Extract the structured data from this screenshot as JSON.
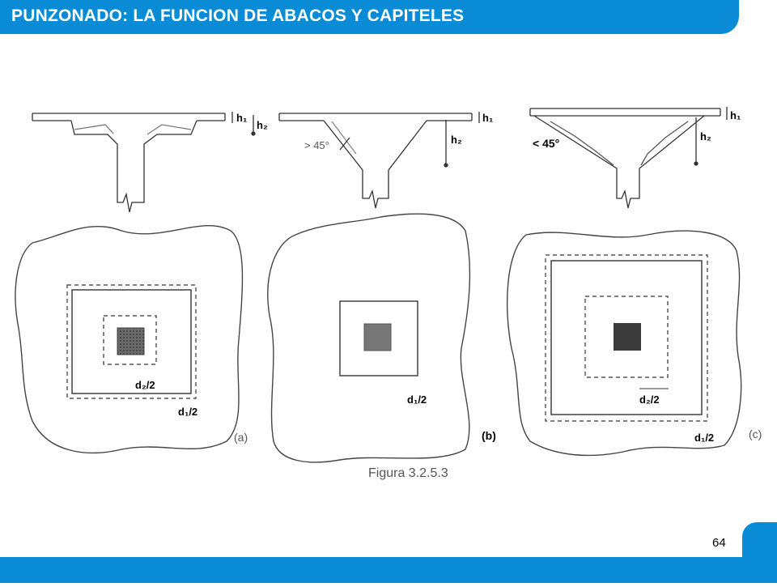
{
  "slide": {
    "title": "PUNZONADO: LA FUNCION DE ABACOS Y CAPITELES",
    "page_number": "64",
    "accent_color": "#0a8bd6"
  },
  "figure": {
    "caption": "Figura 3.2.5.3",
    "panels": [
      {
        "id": "a",
        "label": "(a)",
        "h1": "h₁",
        "h2": "h₂",
        "inner_dim": "d₂/2",
        "outer_dim": "d₁/2"
      },
      {
        "id": "b",
        "label": "(b)",
        "h1": "h₁",
        "h2": "h₂",
        "angle": "> 45°",
        "outer_dim": "d₁/2"
      },
      {
        "id": "c",
        "label": "(c)",
        "h1": "h₁",
        "h2": "h₂",
        "angle": "< 45°",
        "inner_dim": "d₂/2",
        "outer_dim": "d₁/2"
      }
    ]
  }
}
